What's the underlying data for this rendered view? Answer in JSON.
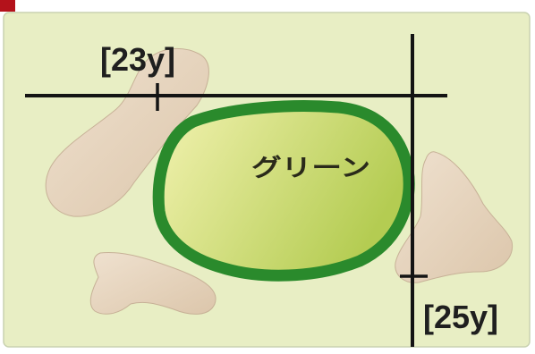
{
  "diagram": {
    "green_label": "グリーン",
    "distance_labels": [
      "[23y]",
      "[25y]"
    ],
    "colors": {
      "frame": "#e8eec4",
      "frame_border": "#c9d2b0",
      "corner_tab": "#b4121b",
      "bunker": "#e6d4be",
      "bunker_edge": "#c7b197",
      "green_ring": "#2a8a2c",
      "green_light": "#f2f2b0",
      "green_dark": "#b4cc52",
      "line": "#141414",
      "label": "#1f1f1f"
    }
  }
}
